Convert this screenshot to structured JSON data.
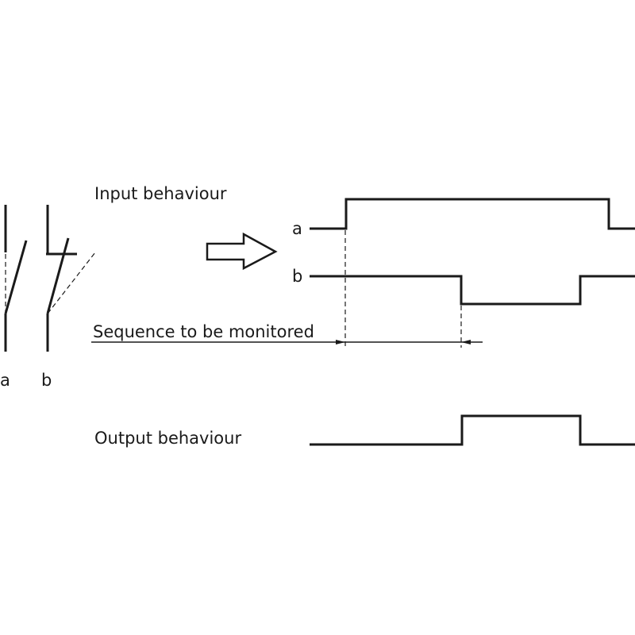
{
  "contacts": {
    "a_label": "a",
    "b_label": "b"
  },
  "input": {
    "title": "Input behaviour",
    "signal_a_label": "a",
    "signal_b_label": "b"
  },
  "sequence": {
    "label": "Sequence to be monitored"
  },
  "output": {
    "title": "Output behaviour"
  }
}
